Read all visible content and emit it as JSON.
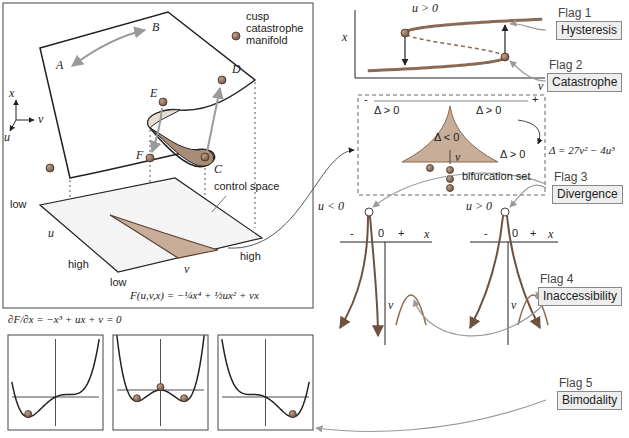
{
  "diagram": {
    "nodes": [
      {
        "text": [
          "Flag 1",
          "Hysteresis"
        ]
      },
      {
        "text": [
          "Flag 2",
          "Catastrophe"
        ]
      },
      {
        "text": [
          "Flag 3",
          "Divergence"
        ]
      },
      {
        "text": [
          "Flag 4",
          "Inaccessibility"
        ]
      },
      {
        "text": [
          "Flag 5",
          "Bimodality"
        ]
      }
    ],
    "labels": [
      "cusp catastrophe manifold",
      "B",
      "A",
      "D",
      "E",
      "x",
      "v",
      "u",
      "F",
      "C",
      "control space",
      "low",
      "u",
      "high",
      "low",
      "v",
      "high",
      "F(u,v,x) = −¼x⁴ + ½ux² + vx",
      "∂F/∂x = −x³ + ux + v = 0",
      "u > 0",
      "x",
      "v",
      "-",
      "+",
      "Δ > 0",
      "Δ > 0",
      "Δ < 0",
      "Δ > 0",
      "v",
      "bifurcation set",
      "Δ = 27v² − 4u³",
      "u < 0",
      "-",
      "0",
      "+",
      "x",
      "v",
      "u > 0",
      "-",
      "0",
      "+",
      "x",
      "v"
    ]
  }
}
